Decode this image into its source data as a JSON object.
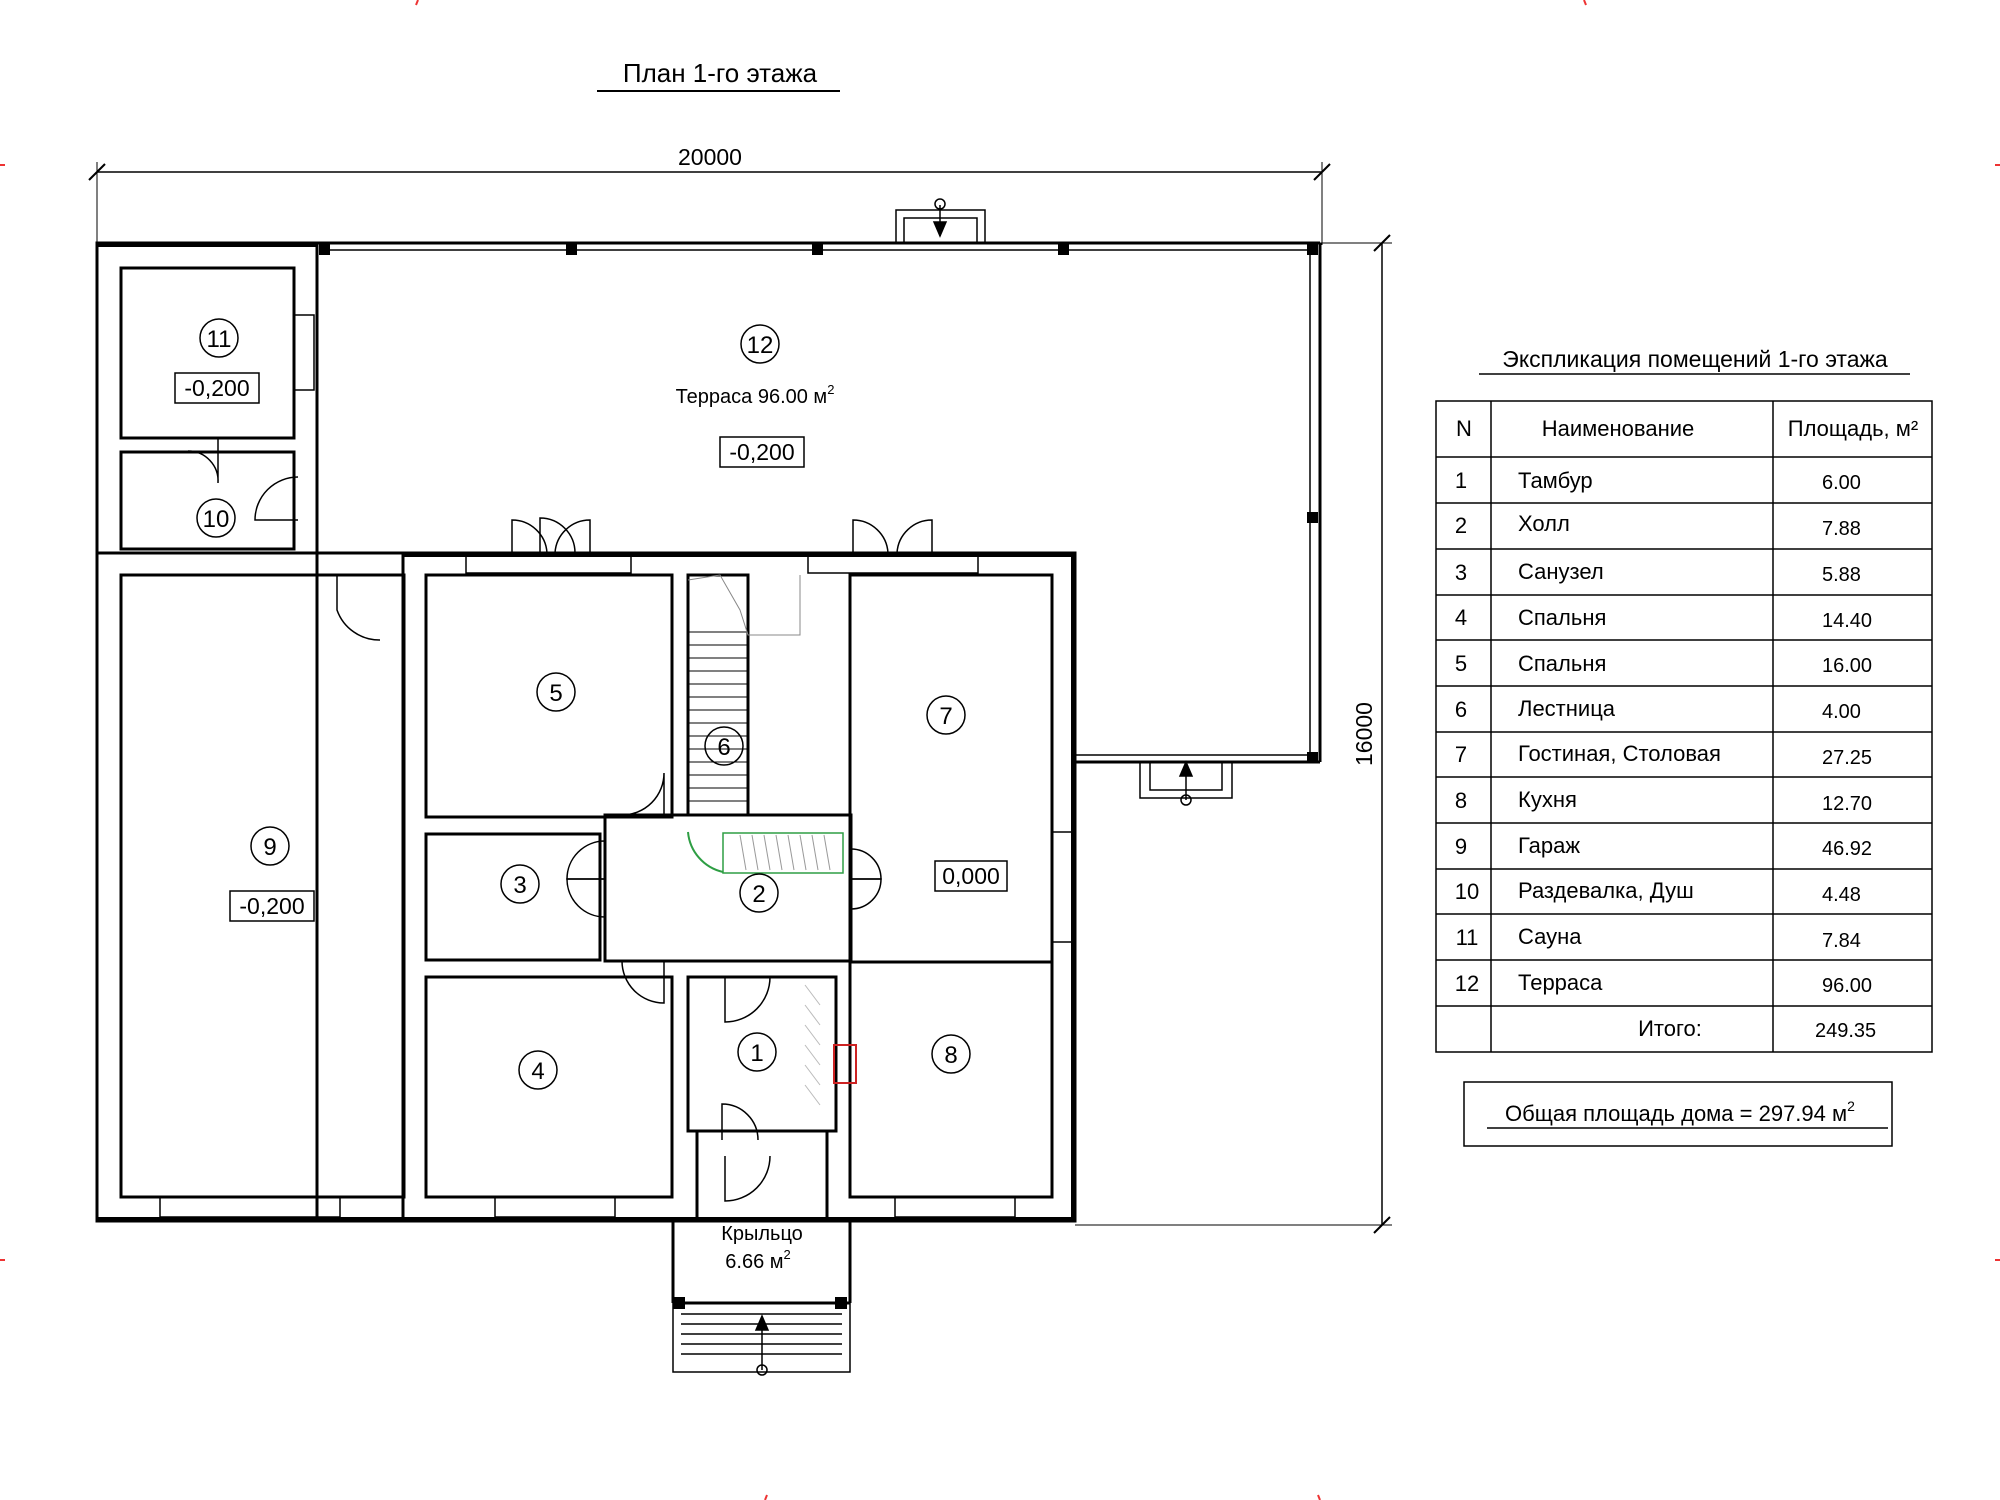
{
  "plan": {
    "title": "План 1-го этажа",
    "dim_width": "20000",
    "dim_height": "16000",
    "rooms": [
      {
        "n": "1"
      },
      {
        "n": "2"
      },
      {
        "n": "3"
      },
      {
        "n": "4"
      },
      {
        "n": "5"
      },
      {
        "n": "6"
      },
      {
        "n": "7"
      },
      {
        "n": "8"
      },
      {
        "n": "9"
      },
      {
        "n": "10"
      },
      {
        "n": "11"
      },
      {
        "n": "12"
      }
    ],
    "level_sauna": "-0,200",
    "level_terrace": "-0,200",
    "level_garage": "-0,200",
    "level_living": "0,000",
    "terrace_label": "Терраса 96.00 м",
    "porch_label": "Крыльцо",
    "porch_area": "6.66 м",
    "sup2": "2"
  },
  "explication": {
    "title": "Экспликация помещений 1-го этажа",
    "headers": {
      "n": "N",
      "name": "Наименование",
      "area": "Площадь, м²"
    },
    "rows": [
      {
        "n": "1",
        "name": "Тамбур",
        "area": "6.00"
      },
      {
        "n": "2",
        "name": "Холл",
        "area": "7.88"
      },
      {
        "n": "3",
        "name": "Санузел",
        "area": "5.88"
      },
      {
        "n": "4",
        "name": "Спальня",
        "area": "14.40"
      },
      {
        "n": "5",
        "name": "Спальня",
        "area": "16.00"
      },
      {
        "n": "6",
        "name": "Лестница",
        "area": "4.00"
      },
      {
        "n": "7",
        "name": "Гостиная, Столовая",
        "area": "27.25"
      },
      {
        "n": "8",
        "name": "Кухня",
        "area": "12.70"
      },
      {
        "n": "9",
        "name": "Гараж",
        "area": "46.92"
      },
      {
        "n": "10",
        "name": "Раздевалка, Душ",
        "area": "4.48"
      },
      {
        "n": "11",
        "name": "Сауна",
        "area": "7.84"
      },
      {
        "n": "12",
        "name": "Терраса",
        "area": "96.00"
      }
    ],
    "total_label": "Итого:",
    "total_value": "249.35"
  },
  "total_area": {
    "label": "Общая площадь дома = 297.94  м",
    "sup": "2"
  },
  "colors": {
    "wall": "#000000",
    "stair_hl": "#2e9e44",
    "marker": "#cc2222"
  }
}
